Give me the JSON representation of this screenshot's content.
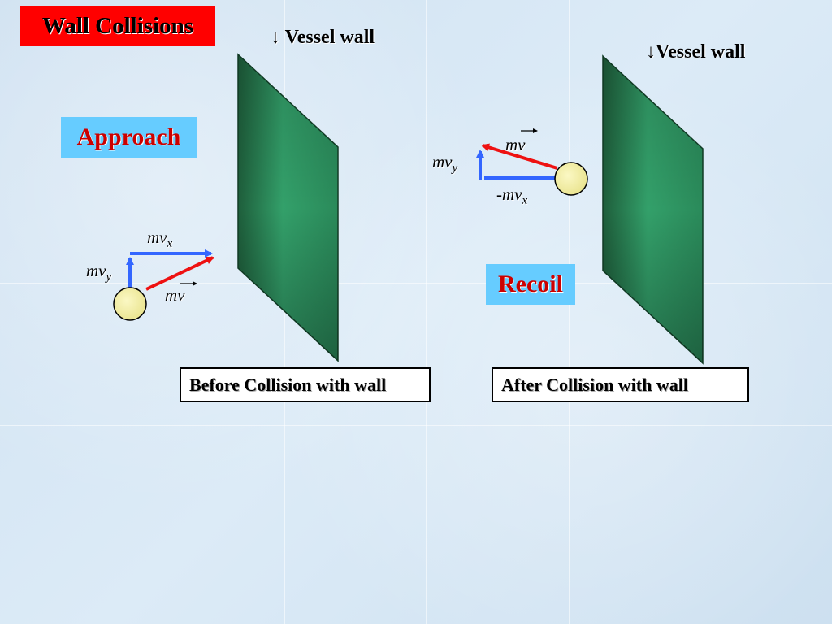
{
  "slide": {
    "title": "Wall Collisions"
  },
  "left_panel": {
    "wall_label": "Vessel wall",
    "label": "Approach",
    "caption": "Before Collision with wall",
    "vectors": {
      "mv_x": {
        "base": "mv",
        "sub": "x"
      },
      "mv_y": {
        "base": "mv",
        "sub": "y"
      },
      "mv": "mv"
    }
  },
  "right_panel": {
    "wall_label": "Vessel wall",
    "label": "Recoil",
    "caption": "After Collision with wall",
    "vectors": {
      "mv": "mv",
      "mv_y": {
        "base": "mv",
        "sub": "y"
      },
      "neg_mv_x": {
        "base": "-mv",
        "sub": "x"
      }
    }
  },
  "colors": {
    "title_bg": "#ff0000",
    "label_bg": "#66ccff",
    "label_text": "#cc0000",
    "wall_green": "#2e8b57",
    "component_arrow": "#3366ff",
    "resultant_arrow": "#ee1111",
    "molecule": "#f2ee9a"
  },
  "icons": {
    "down_arrow": "↓",
    "vector_arrow": "→"
  }
}
